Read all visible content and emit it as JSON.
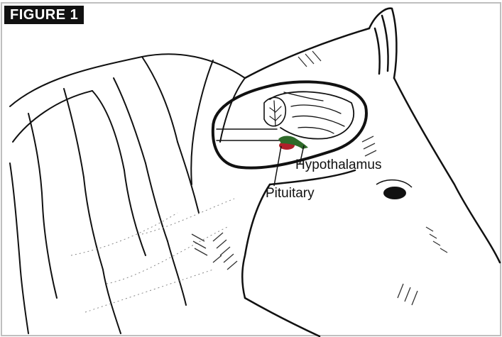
{
  "figure": {
    "label": "FIGURE 1"
  },
  "labels": {
    "hypothalamus": "Hypothalamus",
    "pituitary": "Pituitary"
  },
  "colors": {
    "pituitary_fill": "#b0202a",
    "hypothalamus_fill": "#2f6b2a",
    "line": "#111111",
    "frame": "#bfbfbf"
  }
}
